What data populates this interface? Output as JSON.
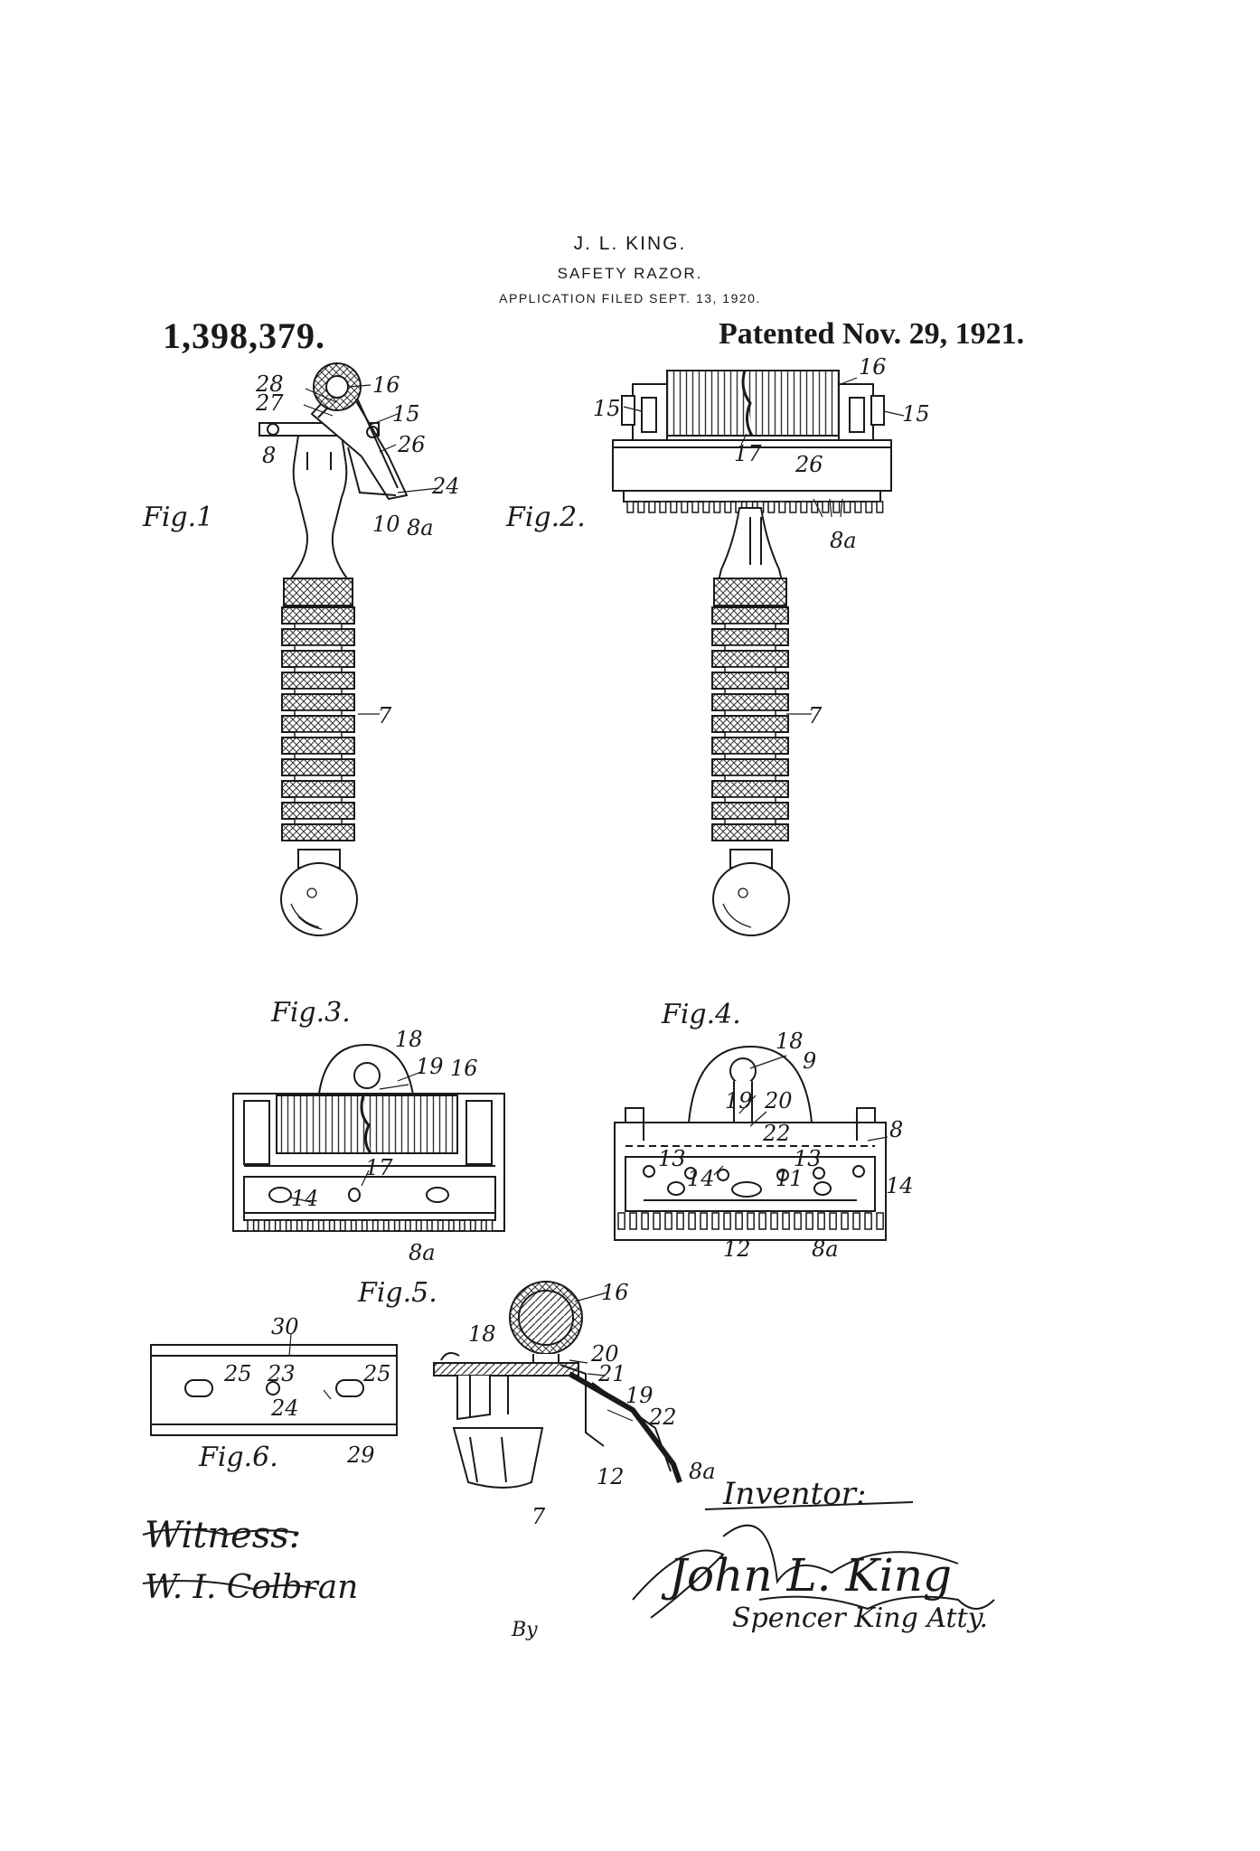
{
  "header": {
    "inventor": "J. L. KING.",
    "title": "SAFETY RAZOR.",
    "filed": "APPLICATION FILED SEPT. 13, 1920.",
    "patent_number": "1,398,379.",
    "patented_date": "Patented Nov. 29, 1921."
  },
  "figures": {
    "fig1": "Fig.1",
    "fig2": "Fig.2.",
    "fig3": "Fig.3.",
    "fig4": "Fig.4.",
    "fig5": "Fig.5.",
    "fig6": "Fig.6."
  },
  "refs": {
    "r7": "7",
    "r8": "8",
    "r8a": "8a",
    "r9": "9",
    "r10": "10",
    "r11": "11",
    "r12": "12",
    "r13": "13",
    "r14": "14",
    "r15": "15",
    "r16": "16",
    "r17": "17",
    "r18": "18",
    "r19": "19",
    "r20": "20",
    "r21": "21",
    "r22": "22",
    "r23": "23",
    "r24": "24",
    "r25": "25",
    "r26": "26",
    "r27": "27",
    "r28": "28",
    "r29": "29",
    "r30": "30"
  },
  "signatures": {
    "witness_label": "Witness:",
    "witness_name": "W. I. Colbran",
    "inventor_label": "Inventor:",
    "inventor_signature": "John L. King",
    "attorney": "Spencer King Atty.",
    "by": "By"
  }
}
